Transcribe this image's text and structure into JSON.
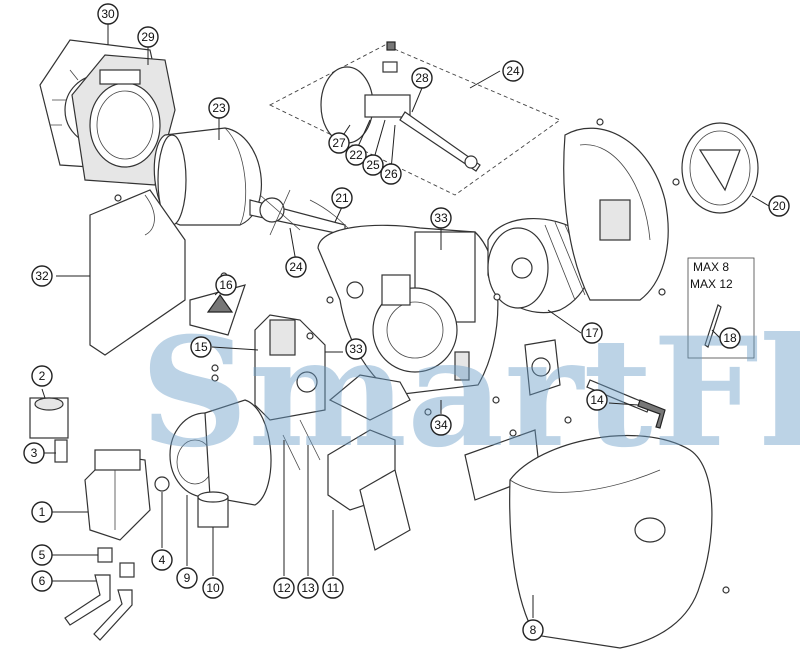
{
  "watermark": "SmartFlam",
  "note": {
    "line1": "MAX 8",
    "line2": "MAX 12"
  },
  "labels": [
    "30",
    "29",
    "23",
    "24",
    "28",
    "27",
    "22",
    "25",
    "26",
    "21",
    "24",
    "33",
    "20",
    "32",
    "16",
    "15",
    "33",
    "17",
    "18",
    "2",
    "3",
    "1",
    "5",
    "6",
    "14",
    "4",
    "9",
    "10",
    "12",
    "13",
    "11",
    "34",
    "8"
  ],
  "colors": {
    "watermark": "#6a9ec8",
    "lines": "#333333"
  }
}
